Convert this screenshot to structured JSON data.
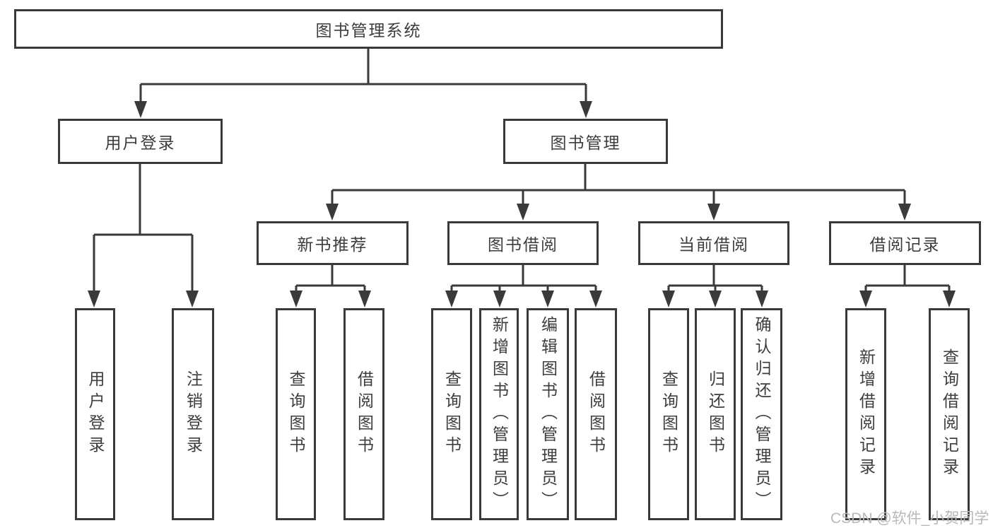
{
  "diagram": {
    "title": "图书管理系统",
    "level2": [
      {
        "label": "用户登录"
      },
      {
        "label": "图书管理"
      }
    ],
    "level3": [
      {
        "label": "新书推荐",
        "parent": "图书管理"
      },
      {
        "label": "图书借阅",
        "parent": "图书管理"
      },
      {
        "label": "当前借阅",
        "parent": "图书管理"
      },
      {
        "label": "借阅记录",
        "parent": "图书管理"
      }
    ],
    "leaves": [
      {
        "label": "用户登录",
        "parent": "用户登录"
      },
      {
        "label": "注销登录",
        "parent": "用户登录"
      },
      {
        "label": "查询图书",
        "parent": "新书推荐"
      },
      {
        "label": "借阅图书",
        "parent": "新书推荐"
      },
      {
        "label": "查询图书",
        "parent": "图书借阅"
      },
      {
        "label": "新增图书（管理员）",
        "parent": "图书借阅"
      },
      {
        "label": "编辑图书（管理员）",
        "parent": "图书借阅"
      },
      {
        "label": "借阅图书",
        "parent": "图书借阅"
      },
      {
        "label": "查询图书",
        "parent": "当前借阅"
      },
      {
        "label": "归还图书",
        "parent": "当前借阅"
      },
      {
        "label": "确认归还（管理员）",
        "parent": "当前借阅"
      },
      {
        "label": "新增借阅记录",
        "parent": "借阅记录"
      },
      {
        "label": "查询借阅记录",
        "parent": "借阅记录"
      }
    ]
  },
  "watermark": {
    "text": "CSDN @软件_小贺同学"
  },
  "colors": {
    "line": "#3a3a3a",
    "text": "#3d3d3d",
    "background": "#ffffff",
    "watermark": "#b9b9b9"
  }
}
